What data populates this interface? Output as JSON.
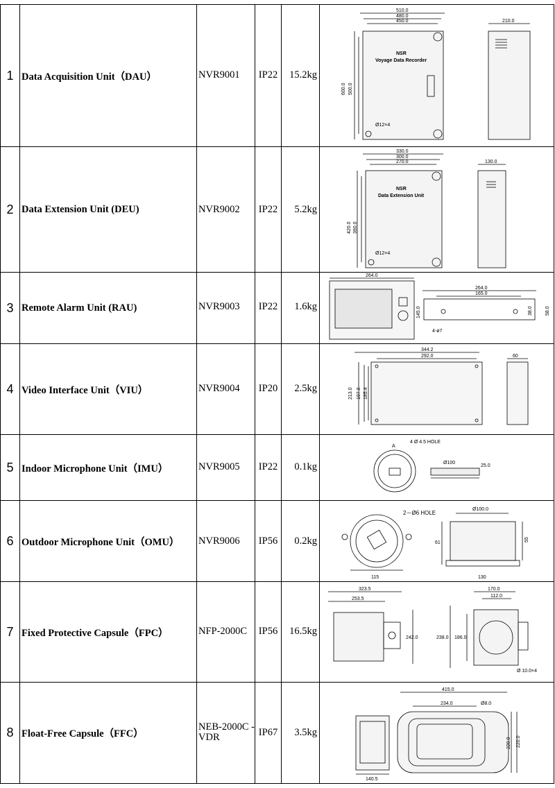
{
  "rows": [
    {
      "no": "1",
      "name": "Data Acquisition Unit（DAU）",
      "model": "NVR9001",
      "ip": "IP22",
      "weight": "15.2kg",
      "dims": [
        "510.0",
        "480.0",
        "450.0",
        "210.0",
        "600.0",
        "500.0",
        "Ø12×4"
      ],
      "label1": "NSR",
      "label2": "Voyage Data Recorder"
    },
    {
      "no": "2",
      "name": "Data Extension Unit (DEU)",
      "model": "NVR9002",
      "ip": "IP22",
      "weight": "5.2kg",
      "dims": [
        "330.0",
        "300.0",
        "270.0",
        "130.0",
        "420.0",
        "390.0",
        "Ø12×4"
      ],
      "label1": "NSR",
      "label2": "Data Extension Unit"
    },
    {
      "no": "3",
      "name": "Remote Alarm Unit (RAU)",
      "model": "NVR9003",
      "ip": "IP22",
      "weight": "1.6kg",
      "dims": [
        "264.0",
        "145.0",
        "264.0",
        "165.0",
        "38.0",
        "58.0",
        "4-ø7"
      ]
    },
    {
      "no": "4",
      "name": "Video Interface Unit（VIU）",
      "model": "NVR9004",
      "ip": "IP20",
      "weight": "2.5kg",
      "dims": [
        "344.2",
        "292.0",
        "213.0",
        "197.0",
        "185.4",
        "60"
      ]
    },
    {
      "no": "5",
      "name": "Indoor Microphone Unit（IMU）",
      "model": "NVR9005",
      "ip": "IP22",
      "weight": "0.1kg",
      "dims": [
        "A",
        "4 Ø 4.5 HOLE",
        "Ø100",
        "25.0"
      ]
    },
    {
      "no": "6",
      "name": "Outdoor Microphone Unit（OMU）",
      "model": "NVR9006",
      "ip": "IP56",
      "weight": "0.2kg",
      "dims": [
        "2－Ø6 HOLE",
        "Ø100.0",
        "61",
        "55",
        "115",
        "130"
      ]
    },
    {
      "no": "7",
      "name": "Fixed Protective Capsule（FPC）",
      "model": "NFP-2000C",
      "ip": "IP56",
      "weight": "16.5kg",
      "dims": [
        "323.5",
        "253.5",
        "242.0",
        "170.0",
        "112.0",
        "238.0",
        "186.0",
        "Ø 10.0×4"
      ]
    },
    {
      "no": "8",
      "name": "Float-Free Capsule（FFC）",
      "model": "NEB-2000C -VDR",
      "ip": "IP67",
      "weight": "3.5kg",
      "dims": [
        "415.0",
        "234.0",
        "Ø8.0",
        "140.5",
        "220.0",
        "220.0"
      ]
    }
  ]
}
